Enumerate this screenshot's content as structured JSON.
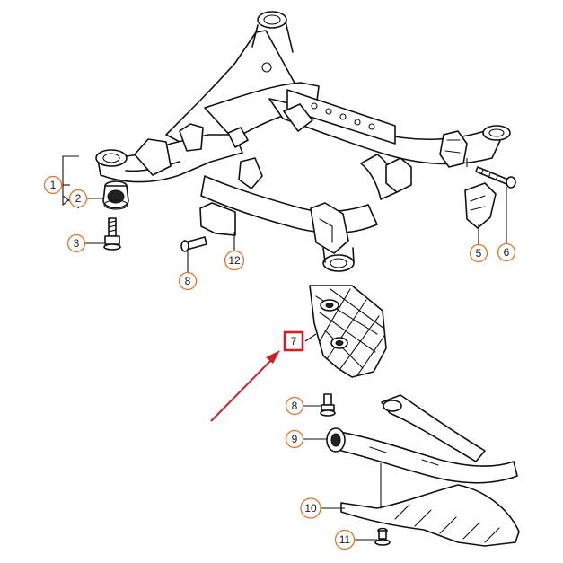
{
  "callouts": [
    {
      "id": "1",
      "label": "1"
    },
    {
      "id": "2",
      "label": "2"
    },
    {
      "id": "3",
      "label": "3"
    },
    {
      "id": "5",
      "label": "5"
    },
    {
      "id": "6",
      "label": "6"
    },
    {
      "id": "7",
      "label": "7",
      "selected": true
    },
    {
      "id": "8a",
      "label": "8"
    },
    {
      "id": "8b",
      "label": "8"
    },
    {
      "id": "9",
      "label": "9"
    },
    {
      "id": "10",
      "label": "10"
    },
    {
      "id": "11",
      "label": "11"
    },
    {
      "id": "12",
      "label": "12"
    }
  ],
  "colors": {
    "callout_border": "#e8732a",
    "selection": "#d21f26",
    "linework": "#111111",
    "background": "#ffffff"
  }
}
